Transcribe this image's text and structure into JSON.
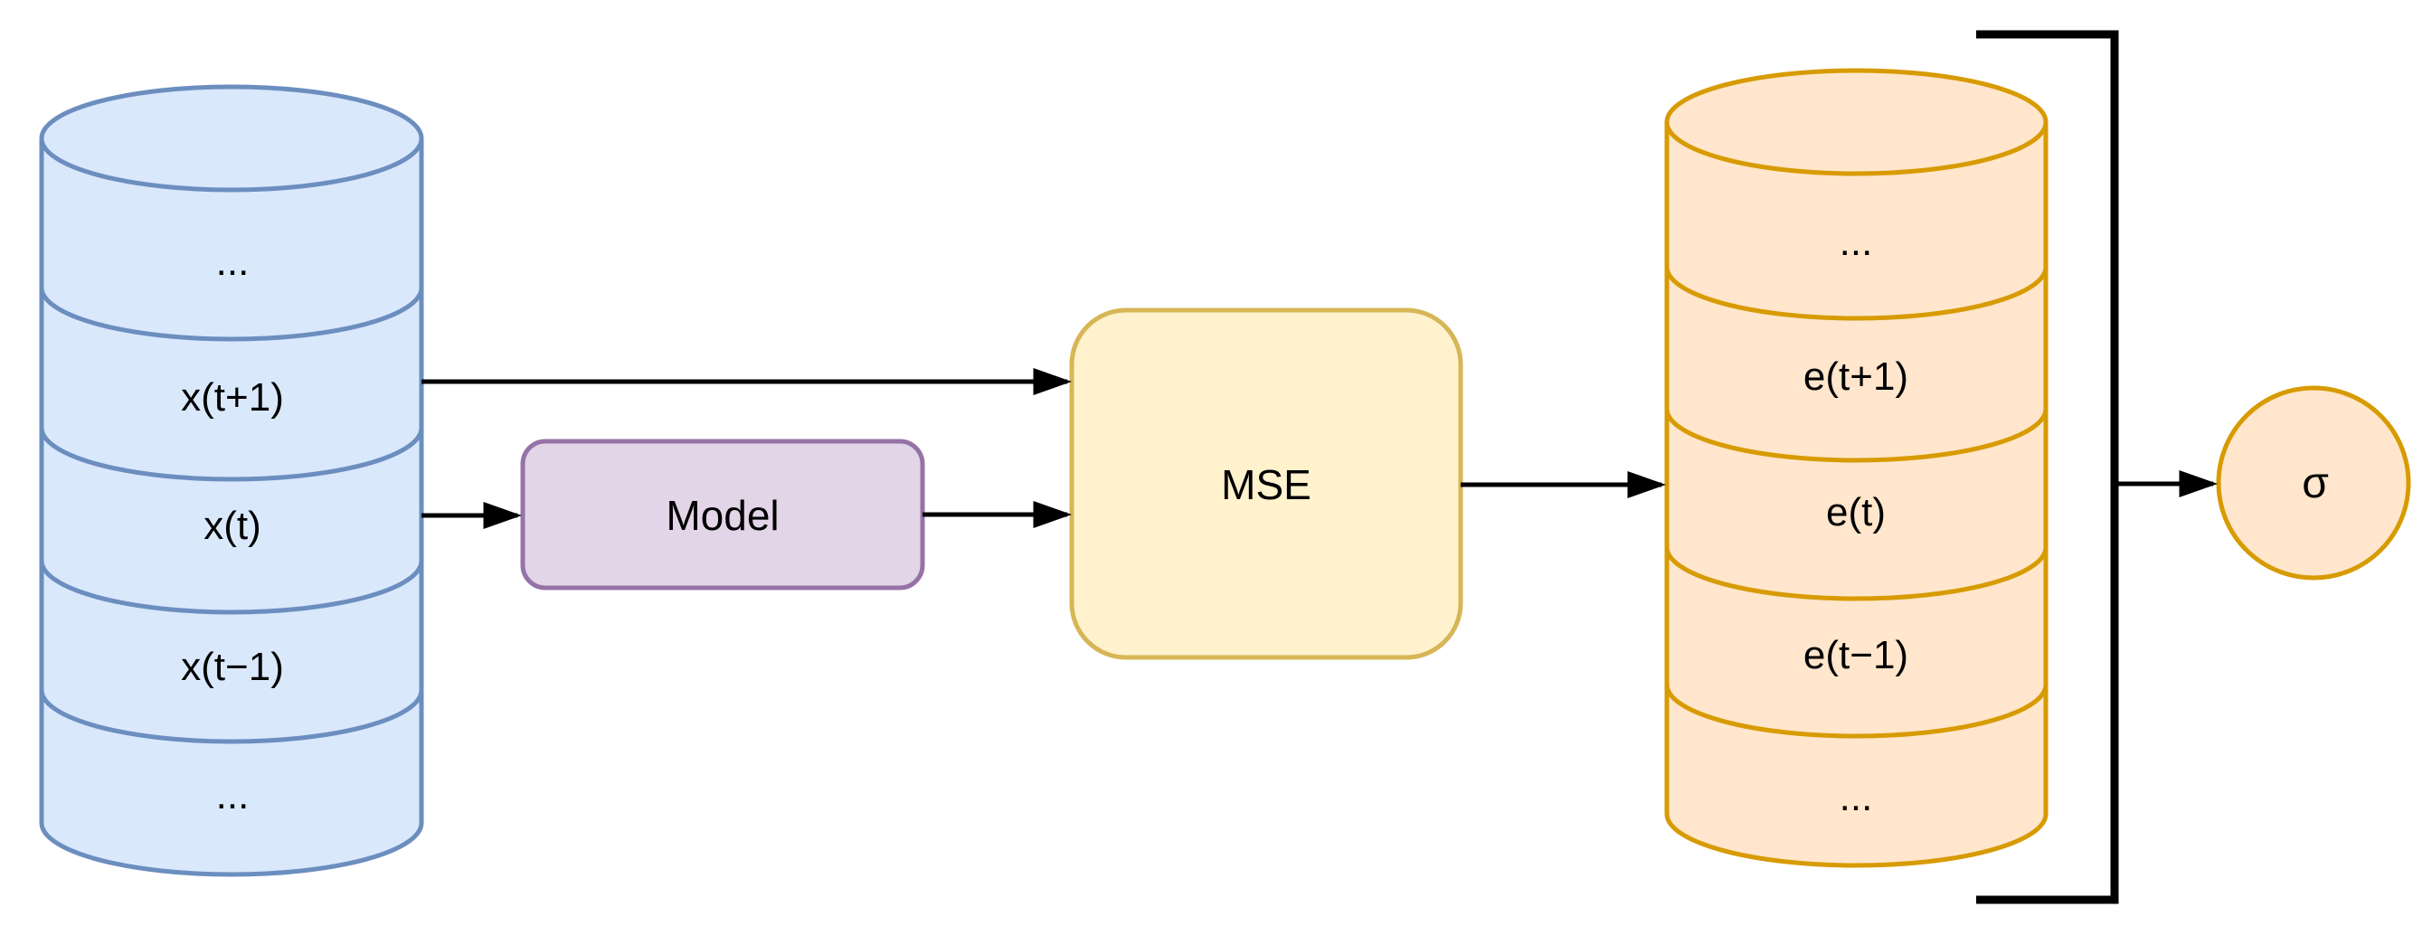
{
  "diagram": {
    "input_cylinder": {
      "segments": [
        "...",
        "x(t+1)",
        "x(t)",
        "x(t−1)",
        "..."
      ],
      "fill": "#dae8fc",
      "stroke": "#6c8ebf"
    },
    "model": {
      "label": "Model",
      "fill": "#e1d5e7",
      "stroke": "#9673a6"
    },
    "mse": {
      "label": "MSE",
      "fill": "#fff2cc",
      "stroke": "#d6b656"
    },
    "error_cylinder": {
      "segments": [
        "...",
        "e(t+1)",
        "e(t)",
        "e(t−1)",
        "..."
      ],
      "fill": "#ffe6cc",
      "stroke": "#d79b00"
    },
    "sigma": {
      "label": "σ",
      "fill": "#ffe6cc",
      "stroke": "#d79b00"
    },
    "connector_color": "#000000"
  }
}
